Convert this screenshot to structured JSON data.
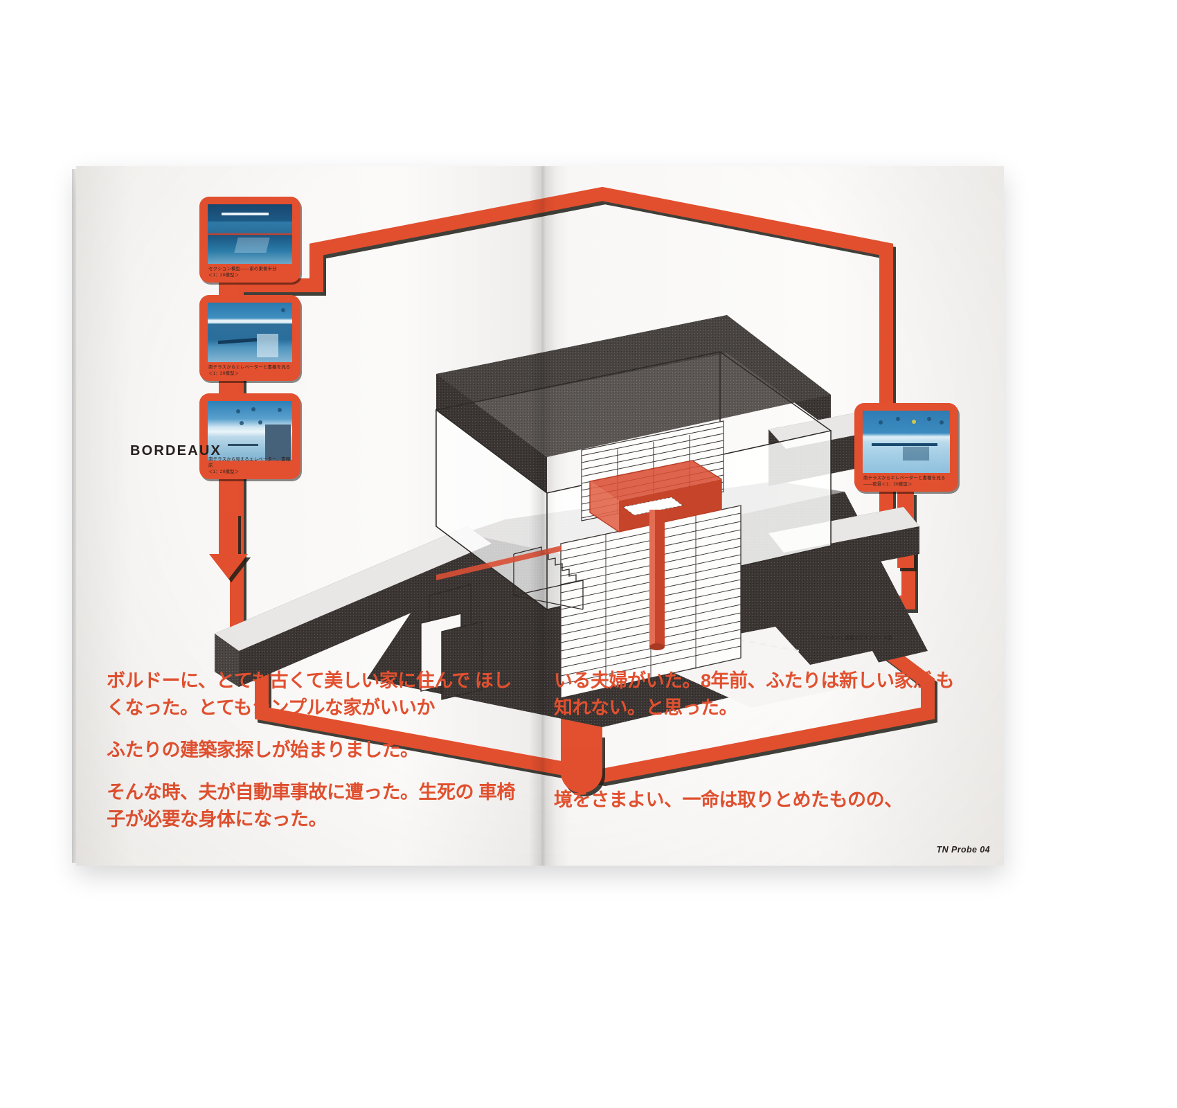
{
  "document": {
    "type": "magazine-spread",
    "project_label": "BORDEAUX",
    "folio_title": "TN Probe",
    "folio_number": "04"
  },
  "colors": {
    "accent_red": "#e2502f",
    "ink_black": "#2b2320",
    "paper": "#f7f6f4",
    "photo_blue": "#2f7cb4"
  },
  "thumbnails": [
    {
      "id": "thumb-section-model",
      "caption": "セクション模型――家の東側半分\n＜1：20模型＞",
      "photo": "ph1",
      "alt_name": "section-model-photo"
    },
    {
      "id": "thumb-terrace-elevator",
      "caption": "南テラスからエレベーターと書棚を見る\n＜1：20模型＞",
      "photo": "ph2",
      "alt_name": "south-terrace-elevator-photo"
    },
    {
      "id": "thumb-terrace-roof",
      "caption": "南テラスから見えるエレベーター、書棚、床\n＜1：20模型＞",
      "photo": "ph3",
      "alt_name": "south-terrace-roof-photo"
    }
  ],
  "right_thumbnail": {
    "id": "thumb-night-view",
    "caption": "南テラスからエレベーターと書棚を見る\n――夜景＜1：20模型＞",
    "photo": "ph4",
    "alt_name": "night-view-photo"
  },
  "axonometric": {
    "caption": "エレベーターと書棚を示すアクソメ図",
    "name": "axonometric-drawing"
  },
  "body_text": {
    "left": [
      "ボルドーに、とても古くて美しい家に住んで",
      "ほしくなった。とてもシンプルな家がいいか",
      "ふたりの建築家探しが始まりました。",
      "そんな時、夫が自動車事故に遭った。生死の"
    ],
    "left_wrapped": [
      "ボルドーに、とても古くて美しい家に住んで\nほしくなった。とてもシンプルな家がいいか",
      "ふたりの建築家探しが始まりました。",
      "そんな時、夫が自動車事故に遭った。生死の\n車椅子が必要な身体になった。"
    ],
    "right_wrapped": [
      "いる夫婦がいた。8年前、ふたりは新しい家が\nも知れない。と思った。",
      "境をさまよい、一命は取りとめたものの、"
    ]
  }
}
